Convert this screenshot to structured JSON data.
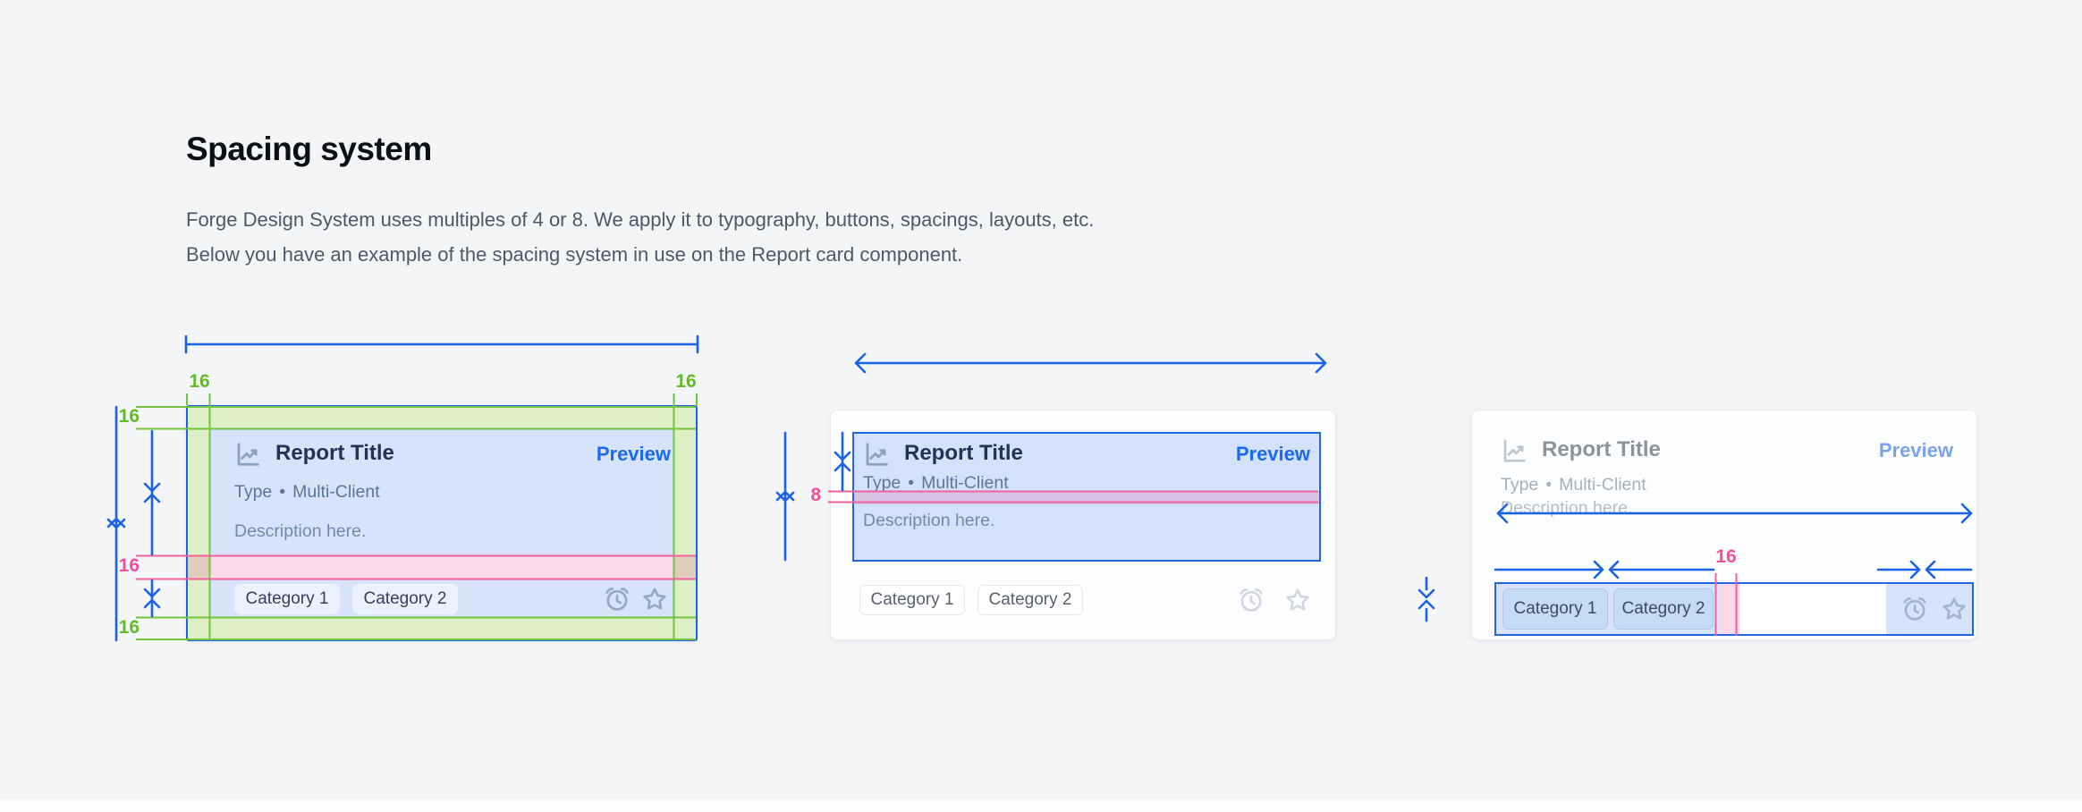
{
  "page": {
    "heading": "Spacing system",
    "paragraph_line1": "Forge Design System uses multiples of 4 or 8. We apply it to typography, buttons, spacings, layouts, etc.",
    "paragraph_line2": "Below you have an example of the spacing system in use on the Report card component."
  },
  "report_card": {
    "icon": "chart-line-icon",
    "title": "Report Title",
    "preview": "Preview",
    "type": "Type",
    "bullet": "•",
    "client": "Multi-Client",
    "description": "Description here.",
    "categories": [
      "Category 1",
      "Category 2"
    ],
    "action_icons": [
      "alarm-icon",
      "star-icon"
    ]
  },
  "annotations": {
    "left_card": {
      "padding_top_left": "16",
      "padding_top_right": "16",
      "padding_side_top": "16",
      "gap_middle": "16",
      "padding_side_bottom": "16"
    },
    "middle_card": {
      "gap_title_description": "8"
    },
    "right_card": {
      "gap_categories": "16"
    }
  },
  "palette": {
    "background": "#F4F5F7",
    "measure_blue": "#1A63E8",
    "guide_green": "#72C43F",
    "guide_pink": "#F0619E",
    "highlight_blue_fill": "#CBDFF7",
    "highlight_blue_border": "#2267E0",
    "link_blue": "#1A6AF0",
    "heading_text": "#0C0F14",
    "body_text": "#4E5968"
  }
}
